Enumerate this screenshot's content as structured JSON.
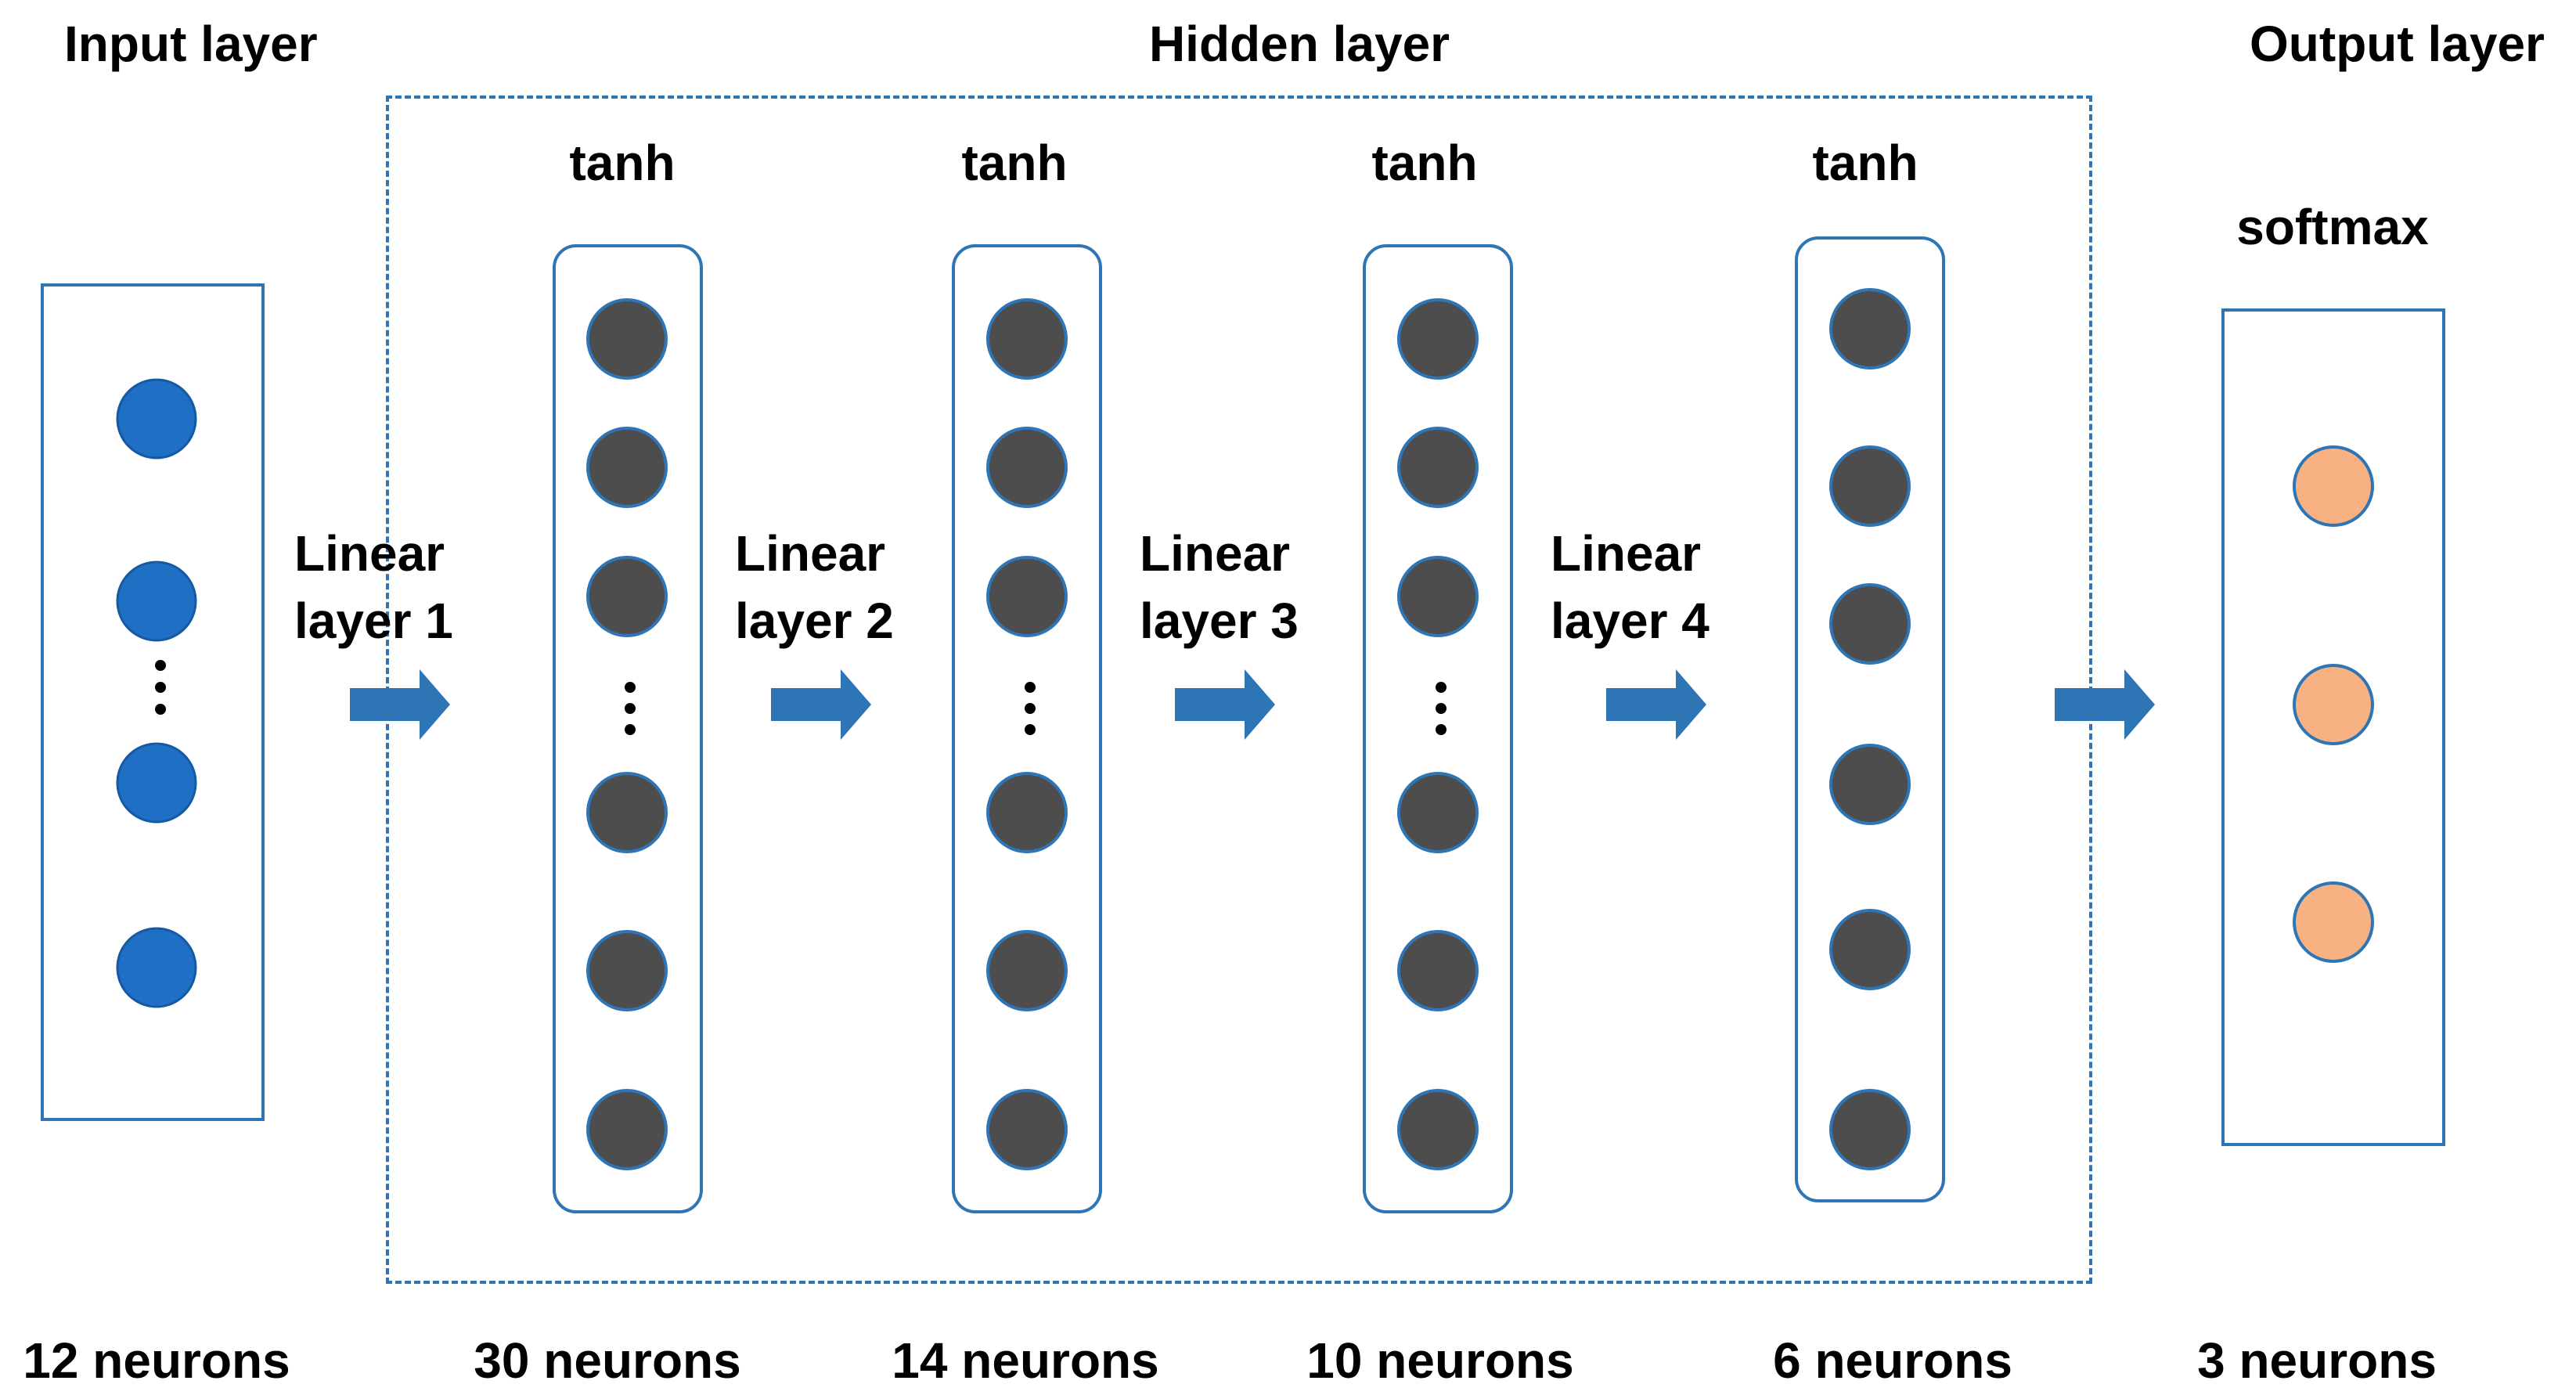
{
  "header": {
    "input_title": "Input layer",
    "hidden_title": "Hidden layer",
    "output_title": "Output layer"
  },
  "activations": {
    "hidden1": "tanh",
    "hidden2": "tanh",
    "hidden3": "tanh",
    "hidden4": "tanh",
    "output": "softmax"
  },
  "transitions": {
    "linear1": [
      "Linear",
      "layer 1"
    ],
    "linear2": [
      "Linear",
      "layer 2"
    ],
    "linear3": [
      "Linear",
      "layer 3"
    ],
    "linear4": [
      "Linear",
      "layer 4"
    ]
  },
  "counts": {
    "input": "12 neurons",
    "hidden1": "30 neurons",
    "hidden2": "14 neurons",
    "hidden3": "10 neurons",
    "hidden4": "6 neurons",
    "output": "3 neurons"
  },
  "colors": {
    "input_neuron": "#1f6fc5",
    "hidden_neuron": "#4d4d4d",
    "output_neuron": "#f8b183",
    "border": "#2e75b6",
    "arrow": "#2e75b6"
  }
}
